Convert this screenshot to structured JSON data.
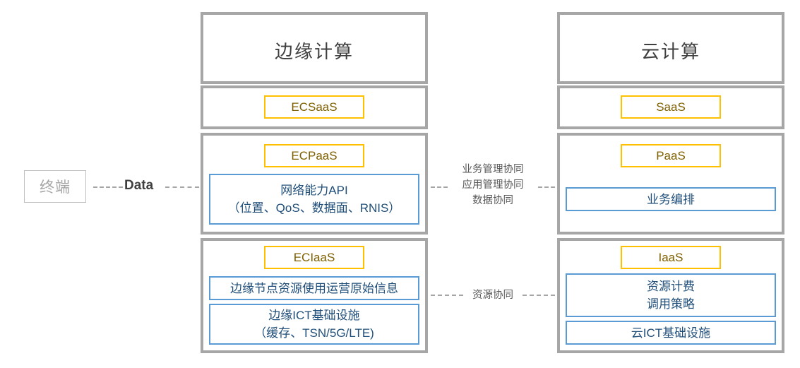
{
  "diagram": {
    "terminal": {
      "label": "终端"
    },
    "data_link": {
      "label": "Data"
    },
    "middle_collaboration": {
      "lines": [
        "业务管理协同",
        "应用管理协同",
        "数据协同"
      ]
    },
    "resource_collaboration": {
      "label": "资源协同"
    },
    "columns": [
      {
        "id": "edge-computing",
        "title": "边缘计算",
        "layers": [
          {
            "id": "saas",
            "service_tag": "ECSaaS",
            "items": []
          },
          {
            "id": "paas",
            "service_tag": "ECPaaS",
            "items": [
              {
                "id": "network-capability-api",
                "line1": "网络能力API",
                "line2": "（位置、QoS、数据面、RNIS）"
              }
            ]
          },
          {
            "id": "iaas",
            "service_tag": "ECIaaS",
            "items": [
              {
                "id": "edge-node-resource-info",
                "line1": "边缘节点资源使用运营原始信息",
                "line2": ""
              },
              {
                "id": "edge-ict-infrastructure",
                "line1": "边缘ICT基础设施",
                "line2": "（缓存、TSN/5G/LTE)"
              }
            ]
          }
        ]
      },
      {
        "id": "cloud-computing",
        "title": "云计算",
        "layers": [
          {
            "id": "saas",
            "service_tag": "SaaS",
            "items": []
          },
          {
            "id": "paas",
            "service_tag": "PaaS",
            "items": [
              {
                "id": "service-orchestration",
                "line1": "业务编排",
                "line2": ""
              }
            ]
          },
          {
            "id": "iaas",
            "service_tag": "IaaS",
            "items": [
              {
                "id": "resource-billing-policy",
                "line1": "资源计费",
                "line2": "调用策略"
              },
              {
                "id": "cloud-ict-infrastructure",
                "line1": "云ICT基础设施",
                "line2": ""
              }
            ]
          }
        ]
      }
    ]
  },
  "colors": {
    "panel_border": "#a6a6a6",
    "service_tag_border": "#ffc000",
    "service_tag_text": "#7f6000",
    "item_border": "#5b9bd5",
    "item_text": "#1f4e79",
    "terminal_border": "#bfbfbf",
    "terminal_text": "#a6a6a6",
    "connector": "#a6a6a6",
    "title_text": "#3f3f3f"
  }
}
